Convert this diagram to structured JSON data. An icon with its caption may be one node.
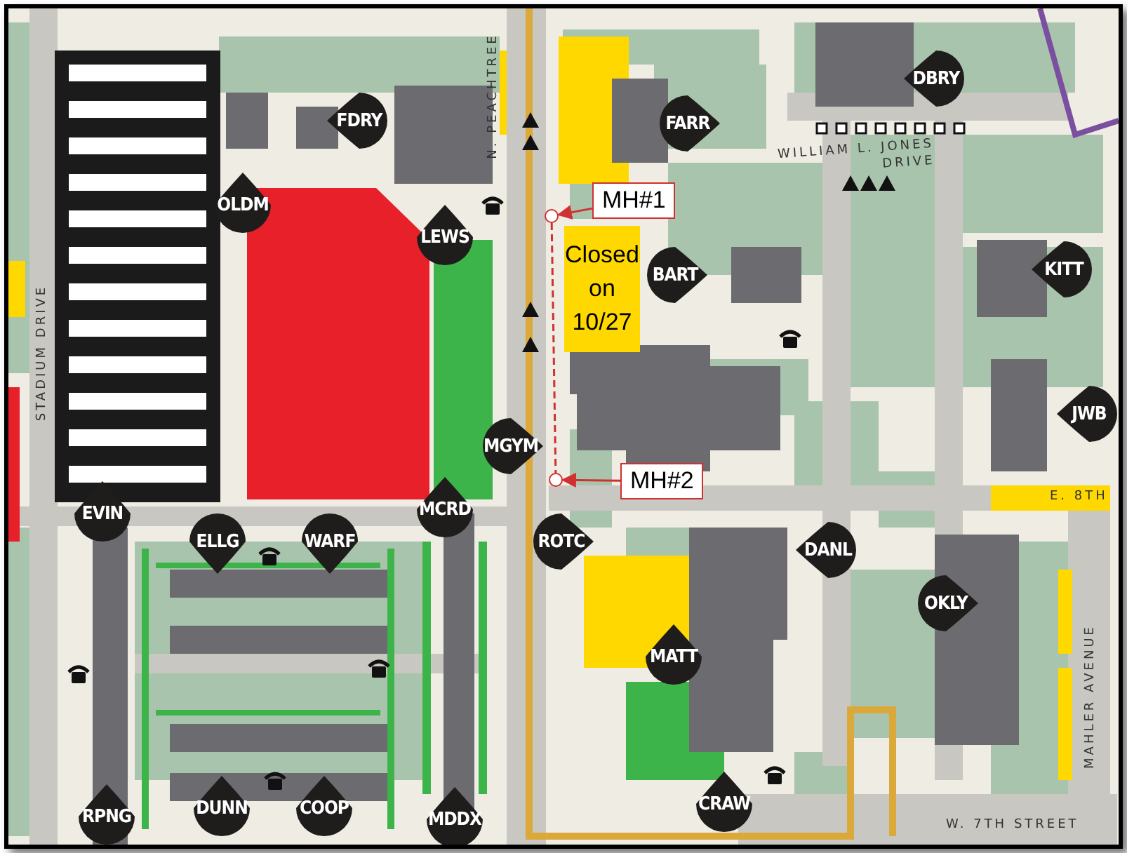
{
  "diagram": {
    "nodes": [
      {
        "text": [
          "MH#1"
        ]
      },
      {
        "text": [],
        "shape": "circle"
      },
      {
        "text": [
          "MH#2"
        ]
      },
      {
        "text": [],
        "shape": "circle"
      },
      {
        "text": [
          "Closed on 10/27"
        ]
      },
      {
        "text": [
          "FDRY"
        ]
      },
      {
        "text": [
          "DBRY"
        ]
      },
      {
        "text": [
          "FARR"
        ]
      },
      {
        "text": [
          "OLDM"
        ]
      },
      {
        "text": [
          "LEWS"
        ]
      },
      {
        "text": [
          "BART"
        ]
      },
      {
        "text": [
          "KITT"
        ]
      },
      {
        "text": [
          "JWB"
        ]
      },
      {
        "text": [
          "MGYM"
        ]
      },
      {
        "text": [
          "ROTC"
        ]
      },
      {
        "text": [
          "DANL"
        ]
      },
      {
        "text": [
          "OKLY"
        ]
      },
      {
        "text": [
          "MATT"
        ]
      },
      {
        "text": [
          "EVIN"
        ]
      },
      {
        "text": [
          "ELLG"
        ]
      },
      {
        "text": [
          "WARF"
        ]
      },
      {
        "text": [
          "MCRD"
        ]
      },
      {
        "text": [
          "RPNG"
        ]
      },
      {
        "text": [
          "DUNN"
        ]
      },
      {
        "text": [
          "COOP"
        ]
      },
      {
        "text": [
          "MDDX"
        ]
      },
      {
        "text": [
          "CRAW"
        ]
      }
    ],
    "edges": [
      {
        "from": 0,
        "to": 1,
        "arrow": "to"
      },
      {
        "from": 2,
        "to": 3,
        "arrow": "to"
      },
      {
        "from": 1,
        "to": 3,
        "arrow": "none",
        "style": "dashed"
      }
    ],
    "labels": [
      "N. PEACHTREE",
      "WILLIAM L. JONES DRIVE",
      "STADIUM DRIVE",
      "E. 8TH",
      "MAHLER AVENUE",
      "W. 7TH STREET"
    ]
  }
}
